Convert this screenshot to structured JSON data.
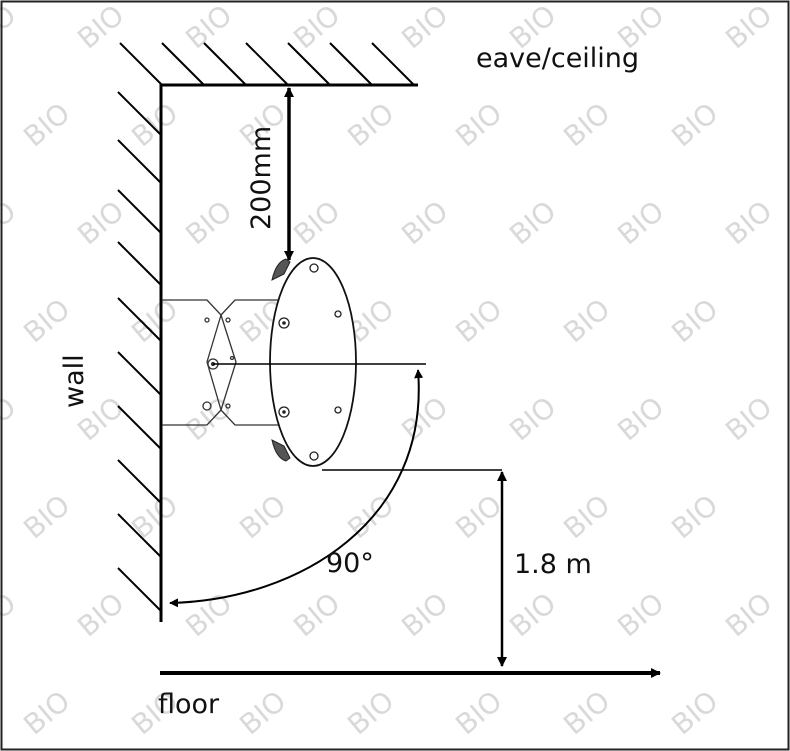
{
  "labels": {
    "ceiling": "eave/ceiling",
    "wall": "wall",
    "floor": "floor",
    "ceiling_distance": "200mm",
    "angle": "90°",
    "height": "1.8 m"
  },
  "watermark": "BIO",
  "colors": {
    "line": "#000000",
    "background": "#ffffff",
    "watermark": "#d9d9d9",
    "frame": "#222222"
  }
}
